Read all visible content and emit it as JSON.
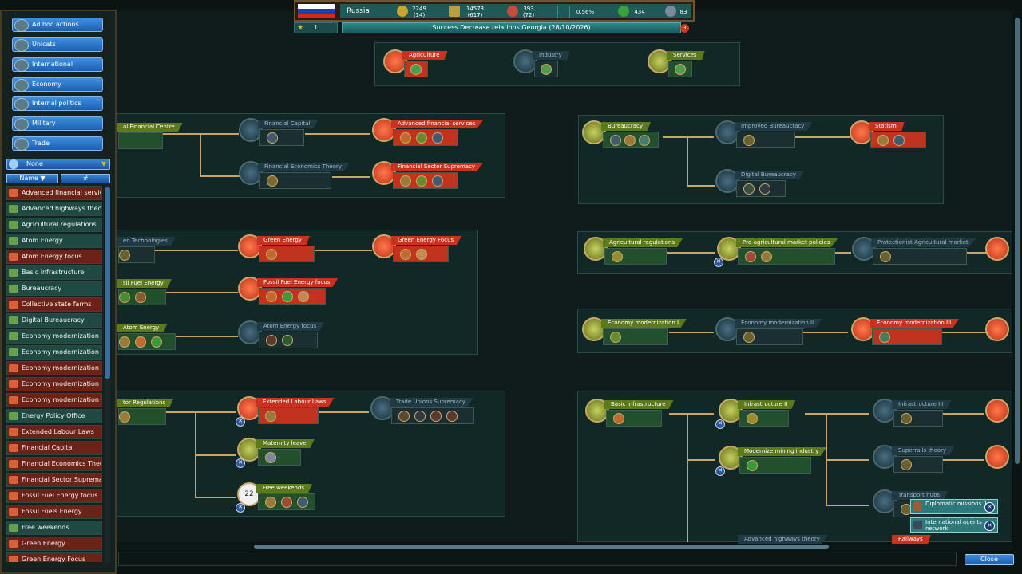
{
  "left_nav": [
    {
      "label": "Ad hoc actions",
      "icon": "ad-hoc-icon"
    },
    {
      "label": "Unicats",
      "icon": "unicats-icon"
    },
    {
      "label": "International",
      "icon": "globe-icon"
    },
    {
      "label": "Economy",
      "icon": "economy-icon"
    },
    {
      "label": "Internal politics",
      "icon": "parliament-icon"
    },
    {
      "label": "Military",
      "icon": "military-icon"
    },
    {
      "label": "Trade",
      "icon": "trade-icon"
    }
  ],
  "filter": {
    "selected": "None",
    "icon": "info-icon"
  },
  "list_headers": {
    "name": "Name",
    "count": "#"
  },
  "list_items": [
    {
      "label": "Advanced financial services",
      "style": "r"
    },
    {
      "label": "Advanced highways theory",
      "style": "g"
    },
    {
      "label": "Agricultural regulations",
      "style": "g"
    },
    {
      "label": "Atom Energy",
      "style": "g"
    },
    {
      "label": "Atom Energy focus",
      "style": "r"
    },
    {
      "label": "Basic infrastructure",
      "style": "g"
    },
    {
      "label": "Bureaucracy",
      "style": "g"
    },
    {
      "label": "Collective state farms",
      "style": "r"
    },
    {
      "label": "Digital Bureaucracy",
      "style": "g"
    },
    {
      "label": "Economy modernization I",
      "style": "g"
    },
    {
      "label": "Economy modernization II",
      "style": "g"
    },
    {
      "label": "Economy modernization III",
      "style": "r"
    },
    {
      "label": "Economy modernization IV",
      "style": "r"
    },
    {
      "label": "Economy modernization V",
      "style": "r"
    },
    {
      "label": "Energy Policy Office",
      "style": "g"
    },
    {
      "label": "Extended Labour Laws",
      "style": "r"
    },
    {
      "label": "Financial Capital",
      "style": "r"
    },
    {
      "label": "Financial Economics Theory",
      "style": "r"
    },
    {
      "label": "Financial Sector Supremacy",
      "style": "r"
    },
    {
      "label": "Fossil Fuel Energy focus",
      "style": "r"
    },
    {
      "label": "Fossil Fuels Energy",
      "style": "r"
    },
    {
      "label": "Free weekends",
      "style": "g"
    },
    {
      "label": "Green Energy",
      "style": "r"
    },
    {
      "label": "Green Energy Focus",
      "style": "r"
    }
  ],
  "topbar": {
    "country": "Russia",
    "stat1": "2249",
    "stat1_sub": "(14)",
    "stat2": "14573",
    "stat2_sub": "(617)",
    "stat3": "393",
    "stat3_sub": "(72)",
    "stat4": "0.56%",
    "stat5": "434",
    "stat6": "83"
  },
  "news": {
    "rank": "1",
    "text": "Success Decrease relations Georgia (28/10/2026)",
    "count": "3"
  },
  "nodes": {
    "agriculture": "Agriculture",
    "industry": "Industry",
    "services": "Services",
    "intl_fin_centre": "al Financial Centre",
    "fin_capital": "Financial Capital",
    "adv_fin_services": "Advanced financial services",
    "fin_econ_theory": "Financial Economics Theory",
    "fin_sector_supremacy": "Financial Sector Supremacy",
    "bureaucracy": "Bureaucracy",
    "improved_bureaucracy": "Improved Bureaucracy",
    "statism": "Statism",
    "digital_bureaucracy": "Digital Bureaucracy",
    "green_tech": "en Technologies",
    "green_energy": "Green Energy",
    "green_energy_focus": "Green Energy Focus",
    "fossil_fuels_energy": "sil Fuel Energy",
    "fossil_fuel_focus": "Fossil Fuel Energy focus",
    "atom_energy": "Atom Energy",
    "atom_energy_focus": "Atom Energy focus",
    "agri_regulations": "Agricultural regulations",
    "pro_agri": "Pro-agricultural market policies",
    "protectionist_agri": "Protectionist Agricultural market",
    "econ_mod_1": "Economy modernization I",
    "econ_mod_2": "Economy modernization II",
    "econ_mod_3": "Economy modernization III",
    "sector_regulations": "tor Regulations",
    "ext_labour": "Extended Labour Laws",
    "trade_unions": "Trade Unions Supremacy",
    "maternity": "Maternity leave",
    "free_weekends": "Free weekends",
    "calendar_day": "22",
    "basic_infra": "Basic infrastructure",
    "infra_2": "Infrastructure II",
    "infra_3": "Infrastructure III",
    "modernize_mining": "Modernize mining industry",
    "superrails": "Superrails theory",
    "transport_hubs": "Transport hubs",
    "adv_highways": "Advanced highways theory",
    "railways": "Railways"
  },
  "notifications": [
    {
      "text": "Diplomatic missions II",
      "icon": "diplomacy-icon"
    },
    {
      "text": "International agents network",
      "icon": "agents-icon"
    }
  ],
  "close_label": "Close",
  "colors": {
    "accent_blue": "#2a6fc4",
    "active_red": "#c8321e",
    "available_green": "#5c7a1c",
    "locked": "#1f3a44",
    "link_gold": "#c8a46a"
  }
}
